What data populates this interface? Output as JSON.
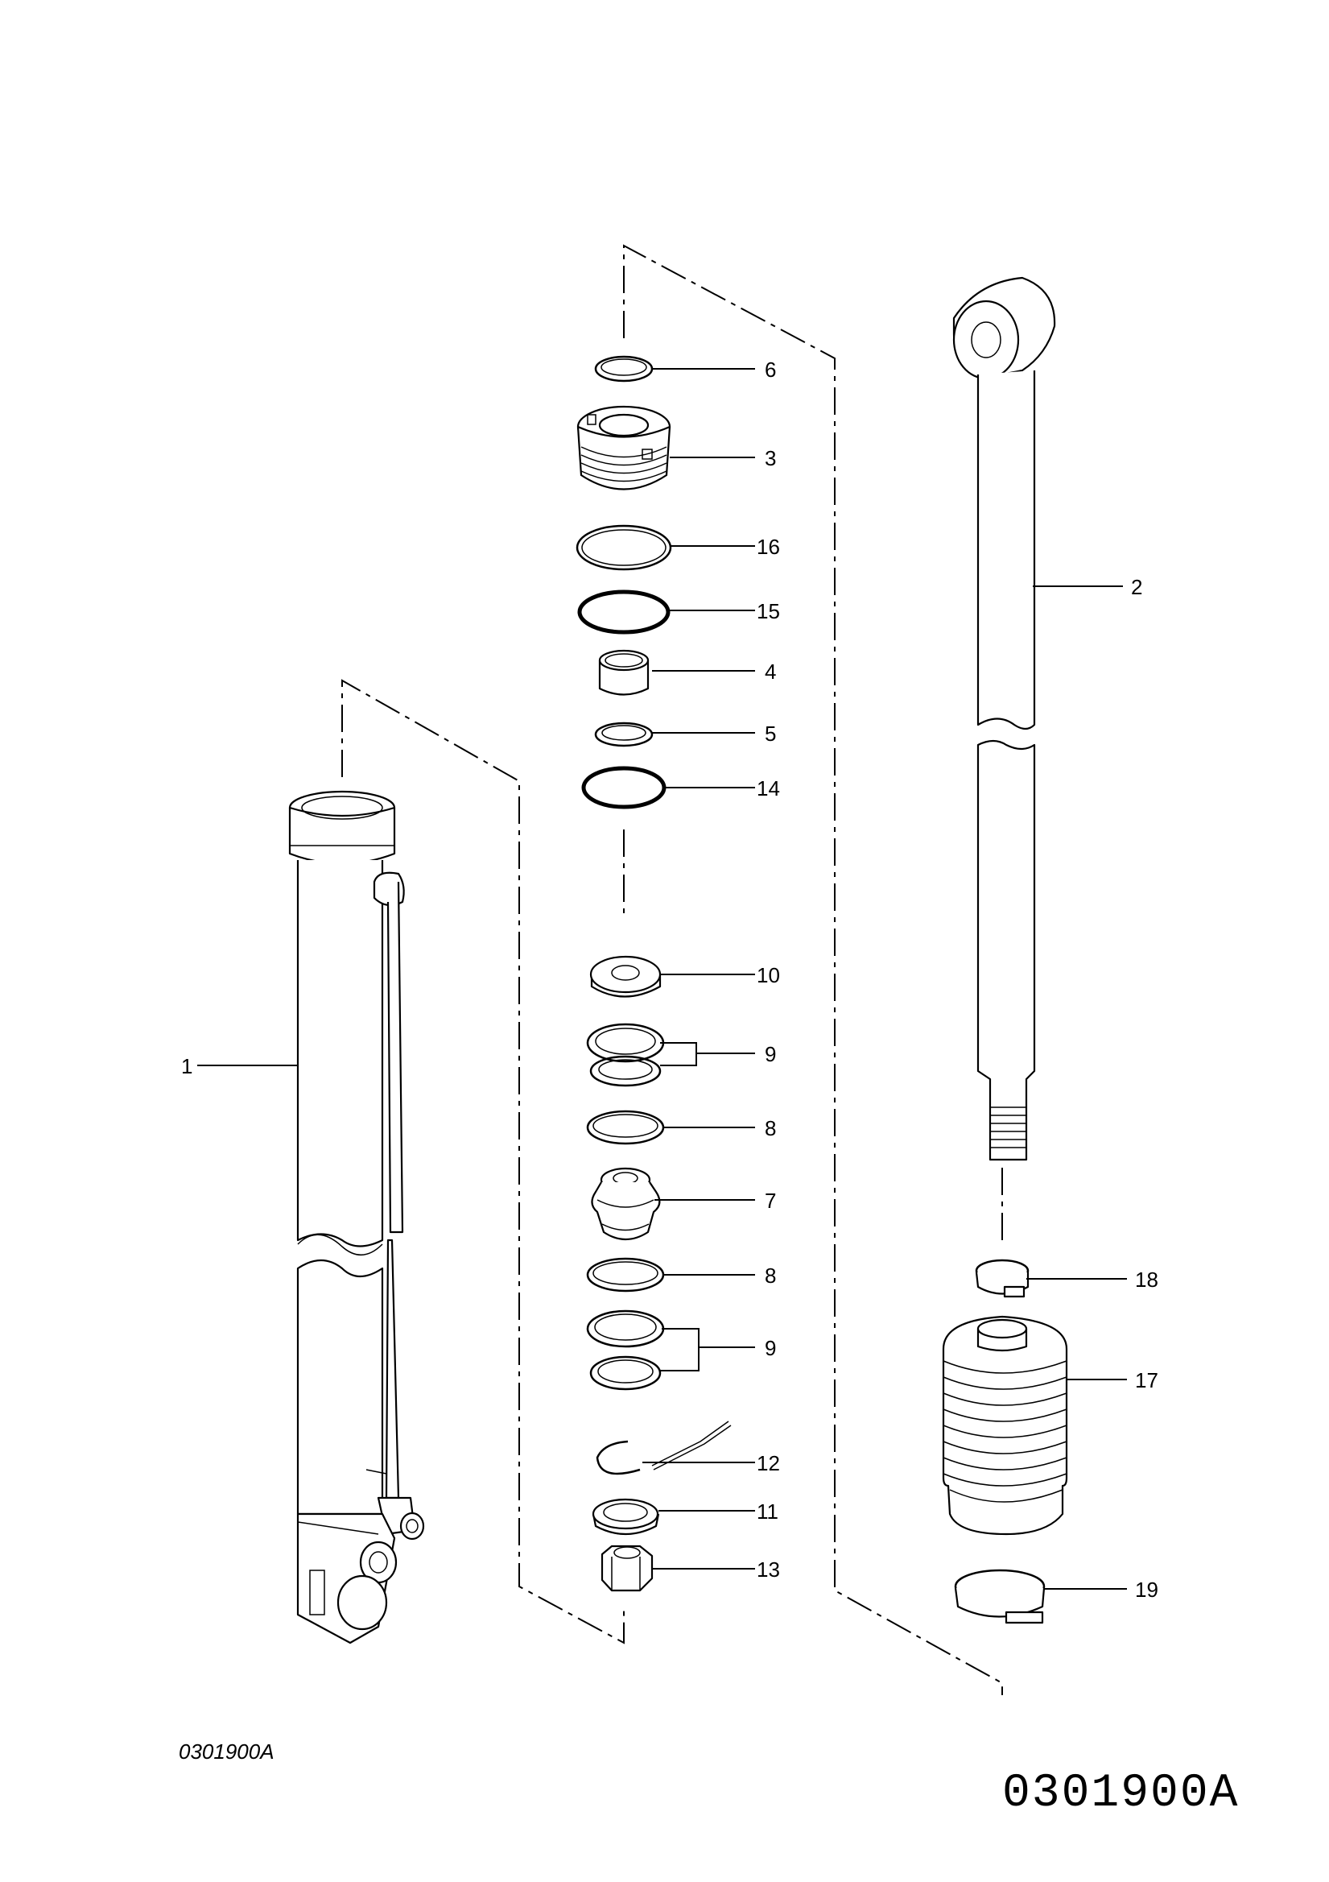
{
  "drawing": {
    "drawing_code_small": "0301900A",
    "drawing_code_large": "0301900A"
  },
  "callouts": {
    "c1": "1",
    "c2": "2",
    "c3": "3",
    "c4": "4",
    "c5": "5",
    "c6": "6",
    "c7": "7",
    "c8a": "8",
    "c8b": "8",
    "c9a": "9",
    "c9b": "9",
    "c10": "10",
    "c11": "11",
    "c12": "12",
    "c13": "13",
    "c14": "14",
    "c15": "15",
    "c16": "16",
    "c17": "17",
    "c18": "18",
    "c19": "19"
  }
}
